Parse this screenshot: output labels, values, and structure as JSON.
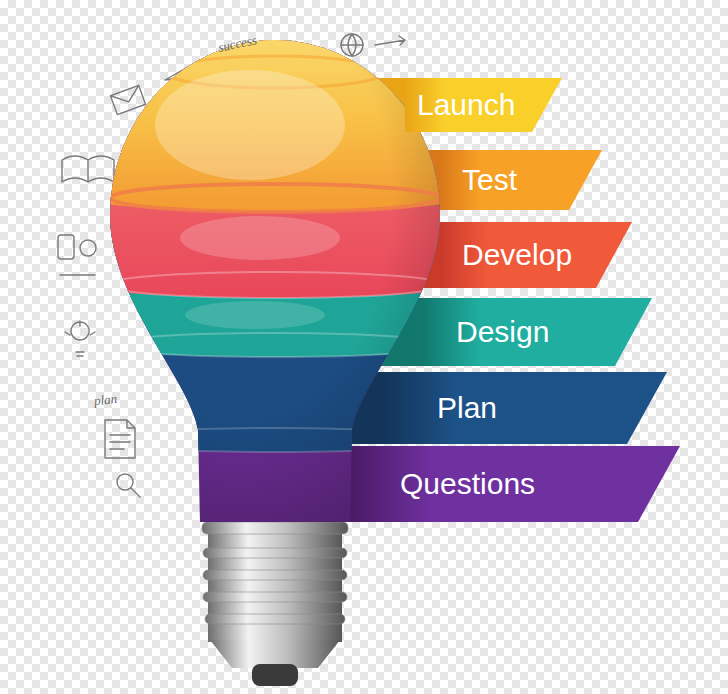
{
  "diagram": {
    "nodes": [
      {
        "text": [
          "Launch"
        ]
      },
      {
        "text": [
          "Test"
        ]
      },
      {
        "text": [
          "Develop"
        ]
      },
      {
        "text": [
          "Design"
        ]
      },
      {
        "text": [
          "Plan"
        ]
      },
      {
        "text": [
          "Questions"
        ]
      }
    ],
    "labels": [
      "success",
      "plan"
    ]
  }
}
